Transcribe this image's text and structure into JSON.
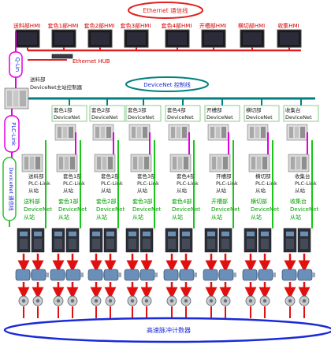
{
  "colors": {
    "ethernet": "#e02020",
    "devicenet": "#008080",
    "plc_link": "#e000e0",
    "io_link": "#00c000",
    "drive_link": "#2fbf2f",
    "arrow": "#e01010",
    "encoder_bus": "#1a2ad8"
  },
  "ethernet": {
    "bus_label": "Ethernet 通信线",
    "hub_label": "Ethernet HUB"
  },
  "hmi_labels": [
    "送料部HMI",
    "套色1部HMI",
    "套色2部HMI",
    "套色3部HMI",
    "套色4部HMI",
    "开槽部HMI",
    "横切部HMI",
    "收集HMI"
  ],
  "left": {
    "qlin_label": "Q-Lin",
    "master_title": "送料部",
    "master_sub": "DeviceNet主站控制器",
    "plc_link_label": "PLC-Link",
    "devicenet_side_label": "DeviceNet 通信线"
  },
  "devicenet": {
    "bus_label": "DeviceNet 控制线"
  },
  "units": [
    {
      "name": "套色1部",
      "net": "DeviceNet"
    },
    {
      "name": "套色2部",
      "net": "DeviceNet"
    },
    {
      "name": "套色3部",
      "net": "DeviceNet"
    },
    {
      "name": "套色4部",
      "net": "DeviceNet"
    },
    {
      "name": "开槽部",
      "net": "DeviceNet"
    },
    {
      "name": "横切部",
      "net": "DeviceNet"
    },
    {
      "name": "收集台",
      "net": "DeviceNet"
    }
  ],
  "link_blocks": [
    {
      "name": "送料部",
      "link": "PLC-Link",
      "role": "从站"
    },
    {
      "name": "套色1部",
      "link": "PLC-Link",
      "role": "从站"
    },
    {
      "name": "套色2部",
      "link": "PLC-Link",
      "role": "从站"
    },
    {
      "name": "套色3部",
      "link": "PLC-Link",
      "role": "从站"
    },
    {
      "name": "套色4部",
      "link": "PLC-Link",
      "role": "从站"
    },
    {
      "name": "开槽部",
      "link": "PLC-Link",
      "role": "从站"
    },
    {
      "name": "横切部",
      "link": "PLC-Link",
      "role": "从站"
    },
    {
      "name": "收集台",
      "link": "PLC-Link",
      "role": "从站"
    }
  ],
  "drive_labels": [
    {
      "name": "送料部",
      "net": "DeviceNet",
      "role": "从站"
    },
    {
      "name": "套色1部",
      "net": "DeviceNet",
      "role": "从站"
    },
    {
      "name": "套色2部",
      "net": "DeviceNet",
      "role": "从站"
    },
    {
      "name": "套色3部",
      "net": "DeviceNet",
      "role": "从站"
    },
    {
      "name": "套色4部",
      "net": "DeviceNet",
      "role": "从站"
    },
    {
      "name": "开槽部",
      "net": "DeviceNet",
      "role": "从站"
    },
    {
      "name": "横切部",
      "net": "DeviceNet",
      "role": "从站"
    },
    {
      "name": "收集台",
      "net": "DeviceNet",
      "role": "从站"
    }
  ],
  "encoder_bus": {
    "label": "高速脉冲计数器"
  }
}
